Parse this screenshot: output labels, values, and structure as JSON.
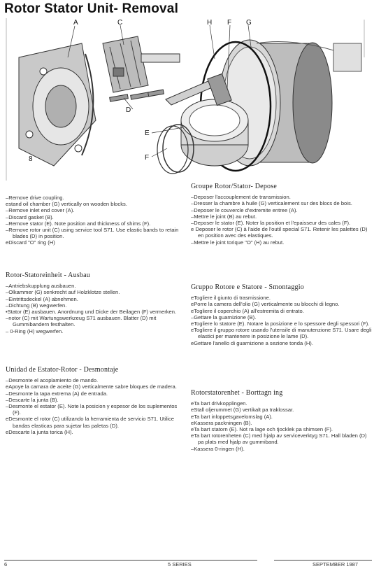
{
  "title": "Rotor Stator Unit- Removal",
  "figure": {
    "labels": [
      "A",
      "C",
      "H",
      "F",
      "G",
      "D",
      "E",
      "F",
      "8"
    ]
  },
  "sections": [
    {
      "id": "english",
      "heading": "",
      "items": [
        "–Remove drive coupling.",
        "estand oil chamber (G) vertically on wooden blocks.",
        "–Remove inlet end cover (A).",
        "–Discard gasket (B).",
        "–Remove stator (E). Note position and thickness of shims (F).",
        "–Remove rotor unit (C) using service tool S71. Use elastic bands to retain blades (D) in position.",
        "eDiscard \"O\" ring (H)"
      ]
    },
    {
      "id": "german",
      "heading": "Rotor-Statoreinheit - Ausbau",
      "items": [
        "–Antriebskupplung ausbauen.",
        "–Olkammer (G) senkrecht auf Holzklotze stellen.",
        "–Eintrittsdeckel (A) abnehmen.",
        "–Dichtung (B) wegwerfen.",
        "•Stator (E) ausbauen. Anordnung und Dicke der Beilagen (F) vermerken.",
        "–notor (C) mit Wartungswerkzeug S71 ausbauen. Blatter (D) mit Gummibandern festhalten.",
        "– 0-Ring (H) wegwerfen."
      ]
    },
    {
      "id": "spanish",
      "heading": "Unidad de Estator-Rotor - Desmontaje",
      "items": [
        "–Desmonte el acoplamiento de mando.",
        "eApoye la camara de aceite (G) verticalmente sabre bloques de madera.",
        "–Desmonte la tapa extrema (A) de entrada.",
        "–Descarte la junta (B).",
        "–Desmonte el estator (E). Note la posicion y espesor de los suplementos (F).",
        "eDesmonte el rotor (C) utilizando la herramienta de servicio S71. Utilice bandas elasticas para sujetar las paletas (D).",
        "eDescarte la junta torica (H)."
      ]
    },
    {
      "id": "french",
      "heading": "Groupe Rotor/Stator- Depose",
      "items": [
        "–Deposer l'accouplement de transmission.",
        "–Dresser la chambre à huile (G) verticalement sur des blocs de bois.",
        "–Deposer le couvercle d'extremite entree (A).",
        "–Mettre le joint (B) au rebut.",
        "–Deposer le stator (E). Noter la position et l'epaisseur des cales (F).",
        "e Deposer le rotor (C) à l'aide de l'outil special S71. Retenir les palettes (D) en position avec des elastiques.",
        "–Mettre le joint torique \"O\" (H) au rebut."
      ]
    },
    {
      "id": "italian",
      "heading": "Gruppo Rotore e Statore - Smontaggio",
      "items": [
        "eTogliere il giunto di trasmissione.",
        "ePorre la camera dell'olio (G) verticalmente su blocchi di legno.",
        "eTogliere il coperchio (A) all'estremita di entrato.",
        "–Gettare la guarnizione (B).",
        "eTogliere lo statore (E). Notare la posizione e lo spessore degli spessori (F).",
        "eTogliere il gruppo rotore usando l'utensile di manutenzione S71. Usare degli elastici per mantenere in posizione le lame (D).",
        "eGettare l'anello di guarnizione a sezione tonda (H)."
      ]
    },
    {
      "id": "swedish",
      "heading": "Rotorstatorenhet - Borttagn ing",
      "items": [
        "eTa bart drivkopplingen.",
        "eStall oljerummet (G) vertikalt pa traklossar.",
        "eTa bart inloppetsgavelomslag (A).",
        "eKassera packningen (B).",
        "eTa bart statorn (E). Not ra lage och tjocklek pa shimsen (F).",
        "eTa bart rotorenheten (C) med hjalp av serviceverktyg S71. Hall bladen (D) pa plats med hjalp av gummiband.",
        "–Kassera 0-ringen (H)."
      ]
    }
  ],
  "footer": {
    "page": "6",
    "series": "5 SERIES",
    "date": "SEPTEMBER 1987"
  }
}
